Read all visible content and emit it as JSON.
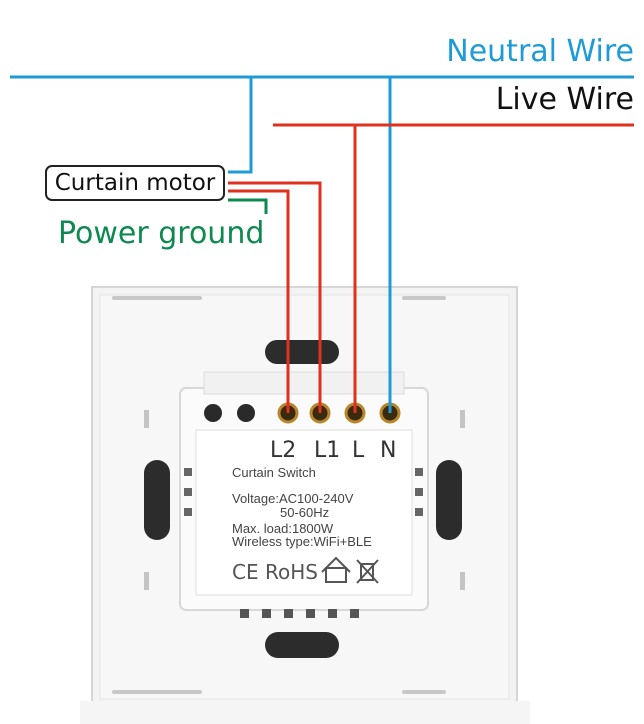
{
  "labels": {
    "neutral": "Neutral Wire",
    "live": "Live Wire",
    "motor": "Curtain motor",
    "ground": "Power ground"
  },
  "terminals": [
    "L2",
    "L1",
    "L",
    "N"
  ],
  "module": {
    "title": "Curtain Switch",
    "voltage": "Voltage:AC100-240V",
    "frequency": "50-60Hz",
    "max_load": "Max. load:1800W",
    "wireless": "Wireless type:WiFi+BLE",
    "marks": "CE RoHS"
  },
  "colors": {
    "neutral": "#1e9bd7",
    "live": "#e0301e",
    "ground": "#0e8a50",
    "plate": "#f4f4f4",
    "module": "#fafafa"
  }
}
